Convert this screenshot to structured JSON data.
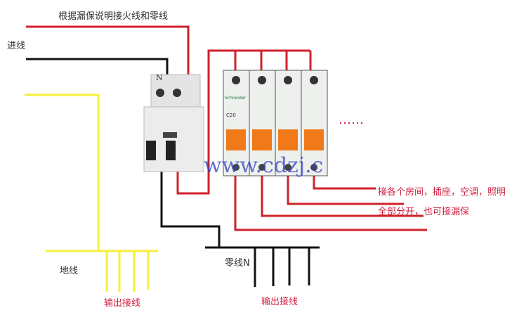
{
  "labels": {
    "top_note": "根据漏保说明接火线和零线",
    "incoming": "进线",
    "ground": "地线",
    "ground_output": "输出接线",
    "neutral": "零线N",
    "neutral_output": "输出接线",
    "rooms_line1": "接各个房间，插座，空调，照明",
    "rooms_line2": "全部分开，也可接漏保",
    "ellipsis": "……",
    "rcd_terminal_n": "N",
    "breaker_brand": "Schneider",
    "breaker_rating": "C20",
    "watermark": "www.cdzj.c"
  },
  "colors": {
    "live": "#d0202a",
    "neutral": "#111111",
    "ground": "#f5f03a",
    "breaker_handle": "#f07a1a"
  }
}
